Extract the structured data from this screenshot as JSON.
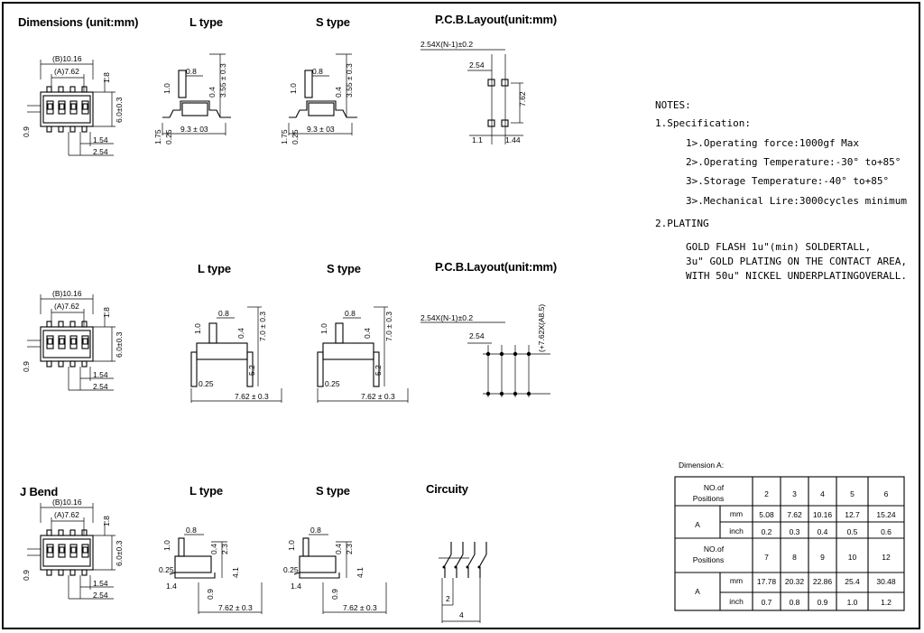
{
  "headings": {
    "dimensions": "Dimensions (unit:mm)",
    "l_type": "L type",
    "s_type": "S type",
    "pcb_layout": "P.C.B.Layout(unit:mm)",
    "j_bend": "J Bend",
    "circuity": "Circuity"
  },
  "dims": {
    "b": "(B)10.16",
    "a": "(A)7.62",
    "h18": "1.8",
    "h60": "6.0±0.3",
    "h09": "0.9",
    "p154": "1.54",
    "p254": "2.54",
    "t08": "0.8",
    "t10": "1.0",
    "t04": "0.4",
    "t355": "3.55 ± 0.3",
    "t175": "1.75",
    "t025": "0.25",
    "t93": "9.3 ± 0.3",
    "t93s": "9.3 ± 03",
    "t70": "7.0 ± 0.3",
    "t52": "5.2",
    "t762": "7.62 ± 0.3",
    "t41": "4.1",
    "t23": "2.3",
    "t14": "1.4",
    "pcb_formula": "2.54X(N-1)±0.2",
    "pcb_254": "2.54",
    "pcb_762": "7.62",
    "pcb_11": "1.1",
    "pcb_144": "1.44",
    "pcb_row": "(+7.62X(A8.5)",
    "c2": "2",
    "c4": "4"
  },
  "notes": {
    "title": "NOTES:",
    "spec_title": "1.Specification:",
    "spec_items": [
      "1>.Operating force:1000gf Max",
      "2>.Operating Temperature:-30° to+85°",
      "3>.Storage Temperature:-40° to+85°",
      "3>.Mechanical Lire:3000cycles minimum"
    ],
    "plating_title": "2.PLATING",
    "plating_lines": [
      "GOLD FLASH 1u\"(min) SOLDERTALL,",
      "3u\" GOLD PLATING ON THE CONTACT AREA,",
      "WITH 50u\" NICKEL UNDERPLATINGOVERALL."
    ]
  },
  "dimension_table": {
    "caption": "Dimension A:",
    "row_label": "NO.of Positions",
    "a_label": "A",
    "mm": "mm",
    "inch": "inch",
    "groups": [
      {
        "positions": [
          "2",
          "3",
          "4",
          "5",
          "6"
        ],
        "mm": [
          "5.08",
          "7.62",
          "10.16",
          "12.7",
          "15.24"
        ],
        "inch": [
          "0.2",
          "0.3",
          "0.4",
          "0.5",
          "0.6"
        ]
      },
      {
        "positions": [
          "7",
          "8",
          "9",
          "10",
          "12"
        ],
        "mm": [
          "17.78",
          "20.32",
          "22.86",
          "25.4",
          "30.48"
        ],
        "inch": [
          "0.7",
          "0.8",
          "0.9",
          "1.0",
          "1.2"
        ]
      }
    ]
  }
}
